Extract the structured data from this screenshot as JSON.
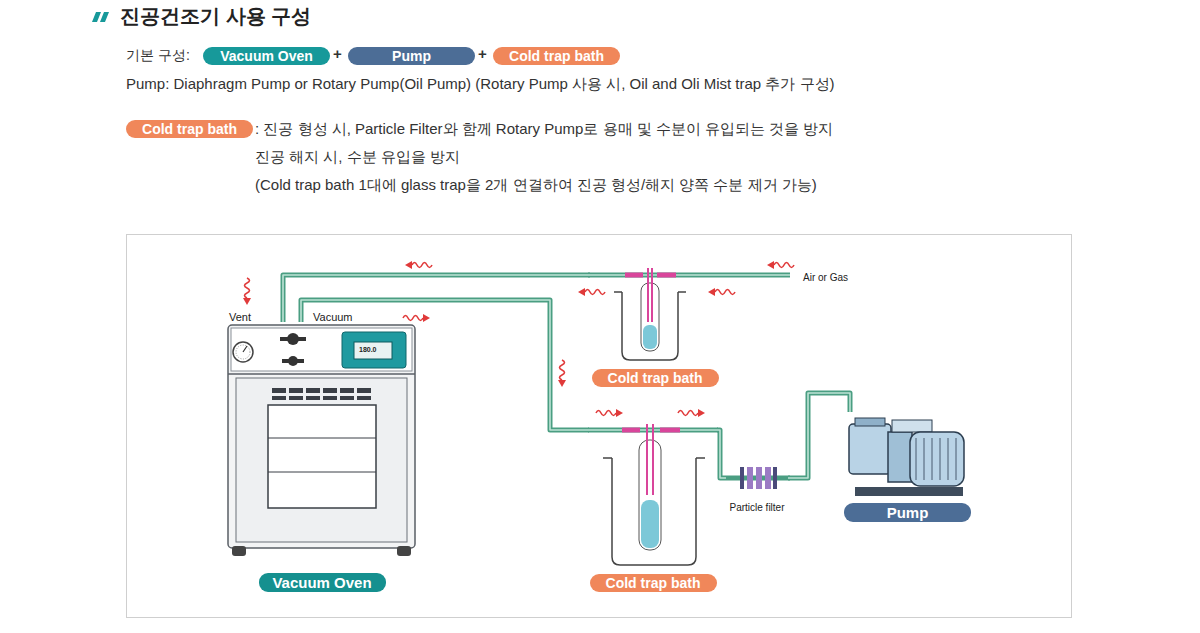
{
  "diagram": {
    "title": "진공건조기 사용 구성",
    "nodes": [
      {
        "text": [
          "Vacuum Oven"
        ]
      },
      {
        "text": [
          "Pump"
        ]
      },
      {
        "text": [
          "Cold trap bath"
        ]
      },
      {
        "text": [
          "Cold trap bath"
        ]
      },
      {
        "text": [
          "Vacuum Oven"
        ]
      },
      {
        "text": [
          "Cold trap bath"
        ]
      },
      {
        "text": [
          "Cold trap bath"
        ]
      },
      {
        "text": [
          "Particle filter"
        ]
      },
      {
        "text": [
          "Pump"
        ]
      }
    ],
    "edges": [
      {
        "from": 4,
        "to": 5,
        "arrow": "none"
      },
      {
        "from": 4,
        "to": 6,
        "arrow": "none"
      },
      {
        "from": 6,
        "to": 7,
        "arrow": "none"
      },
      {
        "from": 7,
        "to": 8,
        "arrow": "none"
      }
    ],
    "labels": [
      "기본 구성:",
      "+",
      "+",
      "Pump: Diaphragm Pump or Rotary Pump(Oil Pump) (Rotary Pump 사용 시, Oil and Oli Mist trap 추가 구성)",
      ": 진공 형성 시, Particle Filter와 함께 Rotary Pump로 용매 및 수분이 유입되는 것을 방지",
      "진공 해지 시, 수분 유입을 방지",
      "(Cold trap bath 1대에 glass trap을 2개 연결하여 진공 형성/해지 양쪽 수분 제거 가능)",
      "Vent",
      "Vacuum",
      "180.0",
      "Air or Gas"
    ]
  }
}
